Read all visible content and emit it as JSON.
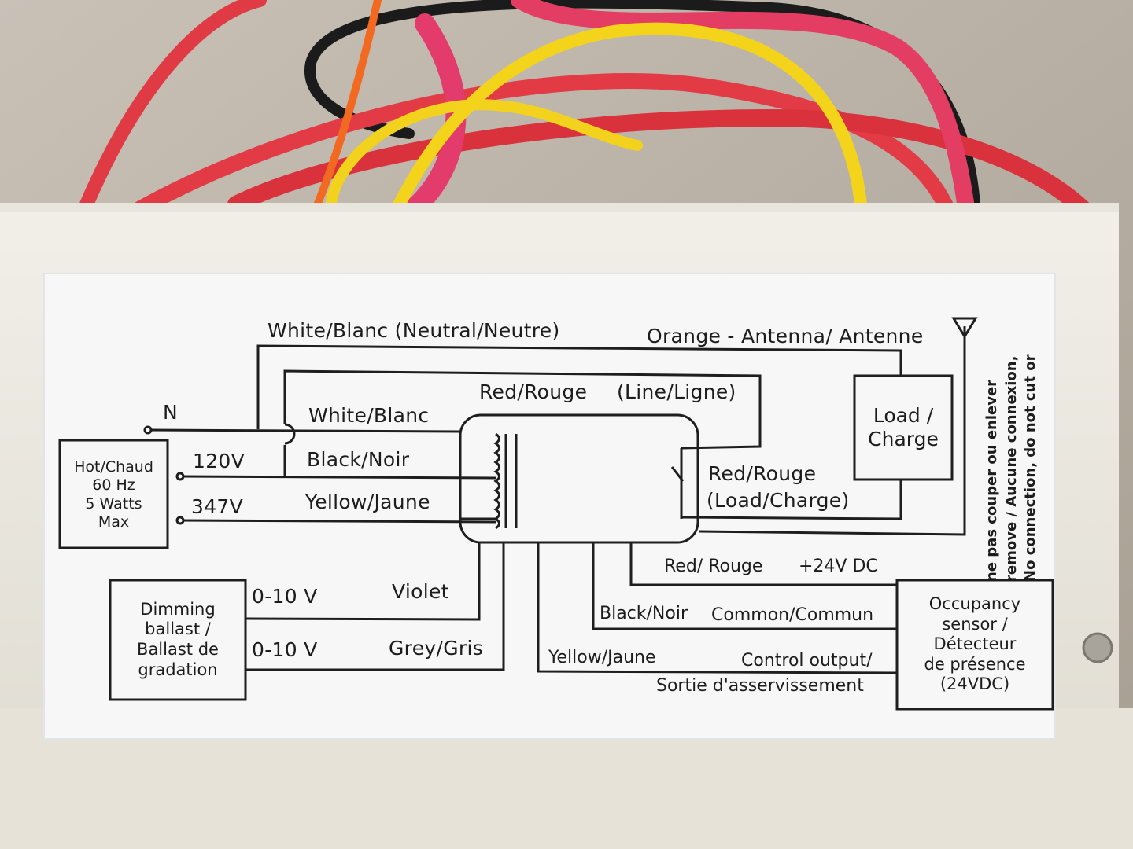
{
  "diagram": {
    "top_wire_label": "White/Blanc (Neutral/Neutre)",
    "antenna_label": "Orange - Antenna/ Antenne",
    "line_label": "Red/Rouge",
    "line_suffix": "(Line/Ligne)",
    "n_label": "N",
    "white_label": "White/Blanc",
    "black_label": "Black/Noir",
    "yellow_label": "Yellow/Jaune",
    "v120": "120V",
    "v347": "347V",
    "load_red": "Red/Rouge",
    "load_charge": "(Load/Charge)",
    "supply_box": [
      "Hot/Chaud",
      "60 Hz",
      "5 Watts",
      "Max"
    ],
    "load_box": [
      "Load /",
      "Charge"
    ],
    "warning": [
      "No connection, do not cut or",
      "remove / Aucune connexion,",
      "ne pas couper ou enlever"
    ],
    "sensor_red": "Red/ Rouge",
    "dc24": "+24V DC",
    "sensor_black": "Black/Noir",
    "common": "Common/Commun",
    "sensor_yellow": "Yellow/Jaune",
    "control1": "Control output/",
    "control2": "Sortie d'asservissement",
    "sensor_box": [
      "Occupancy",
      "sensor /",
      "Détecteur",
      "de présence",
      "(24VDC)"
    ],
    "dimming_box": [
      "Dimming",
      "ballast /",
      "Ballast de",
      "gradation"
    ],
    "v010_a": "0-10 V",
    "v010_b": "0-10 V",
    "violet": "Violet",
    "grey": "Grey/Gris"
  }
}
